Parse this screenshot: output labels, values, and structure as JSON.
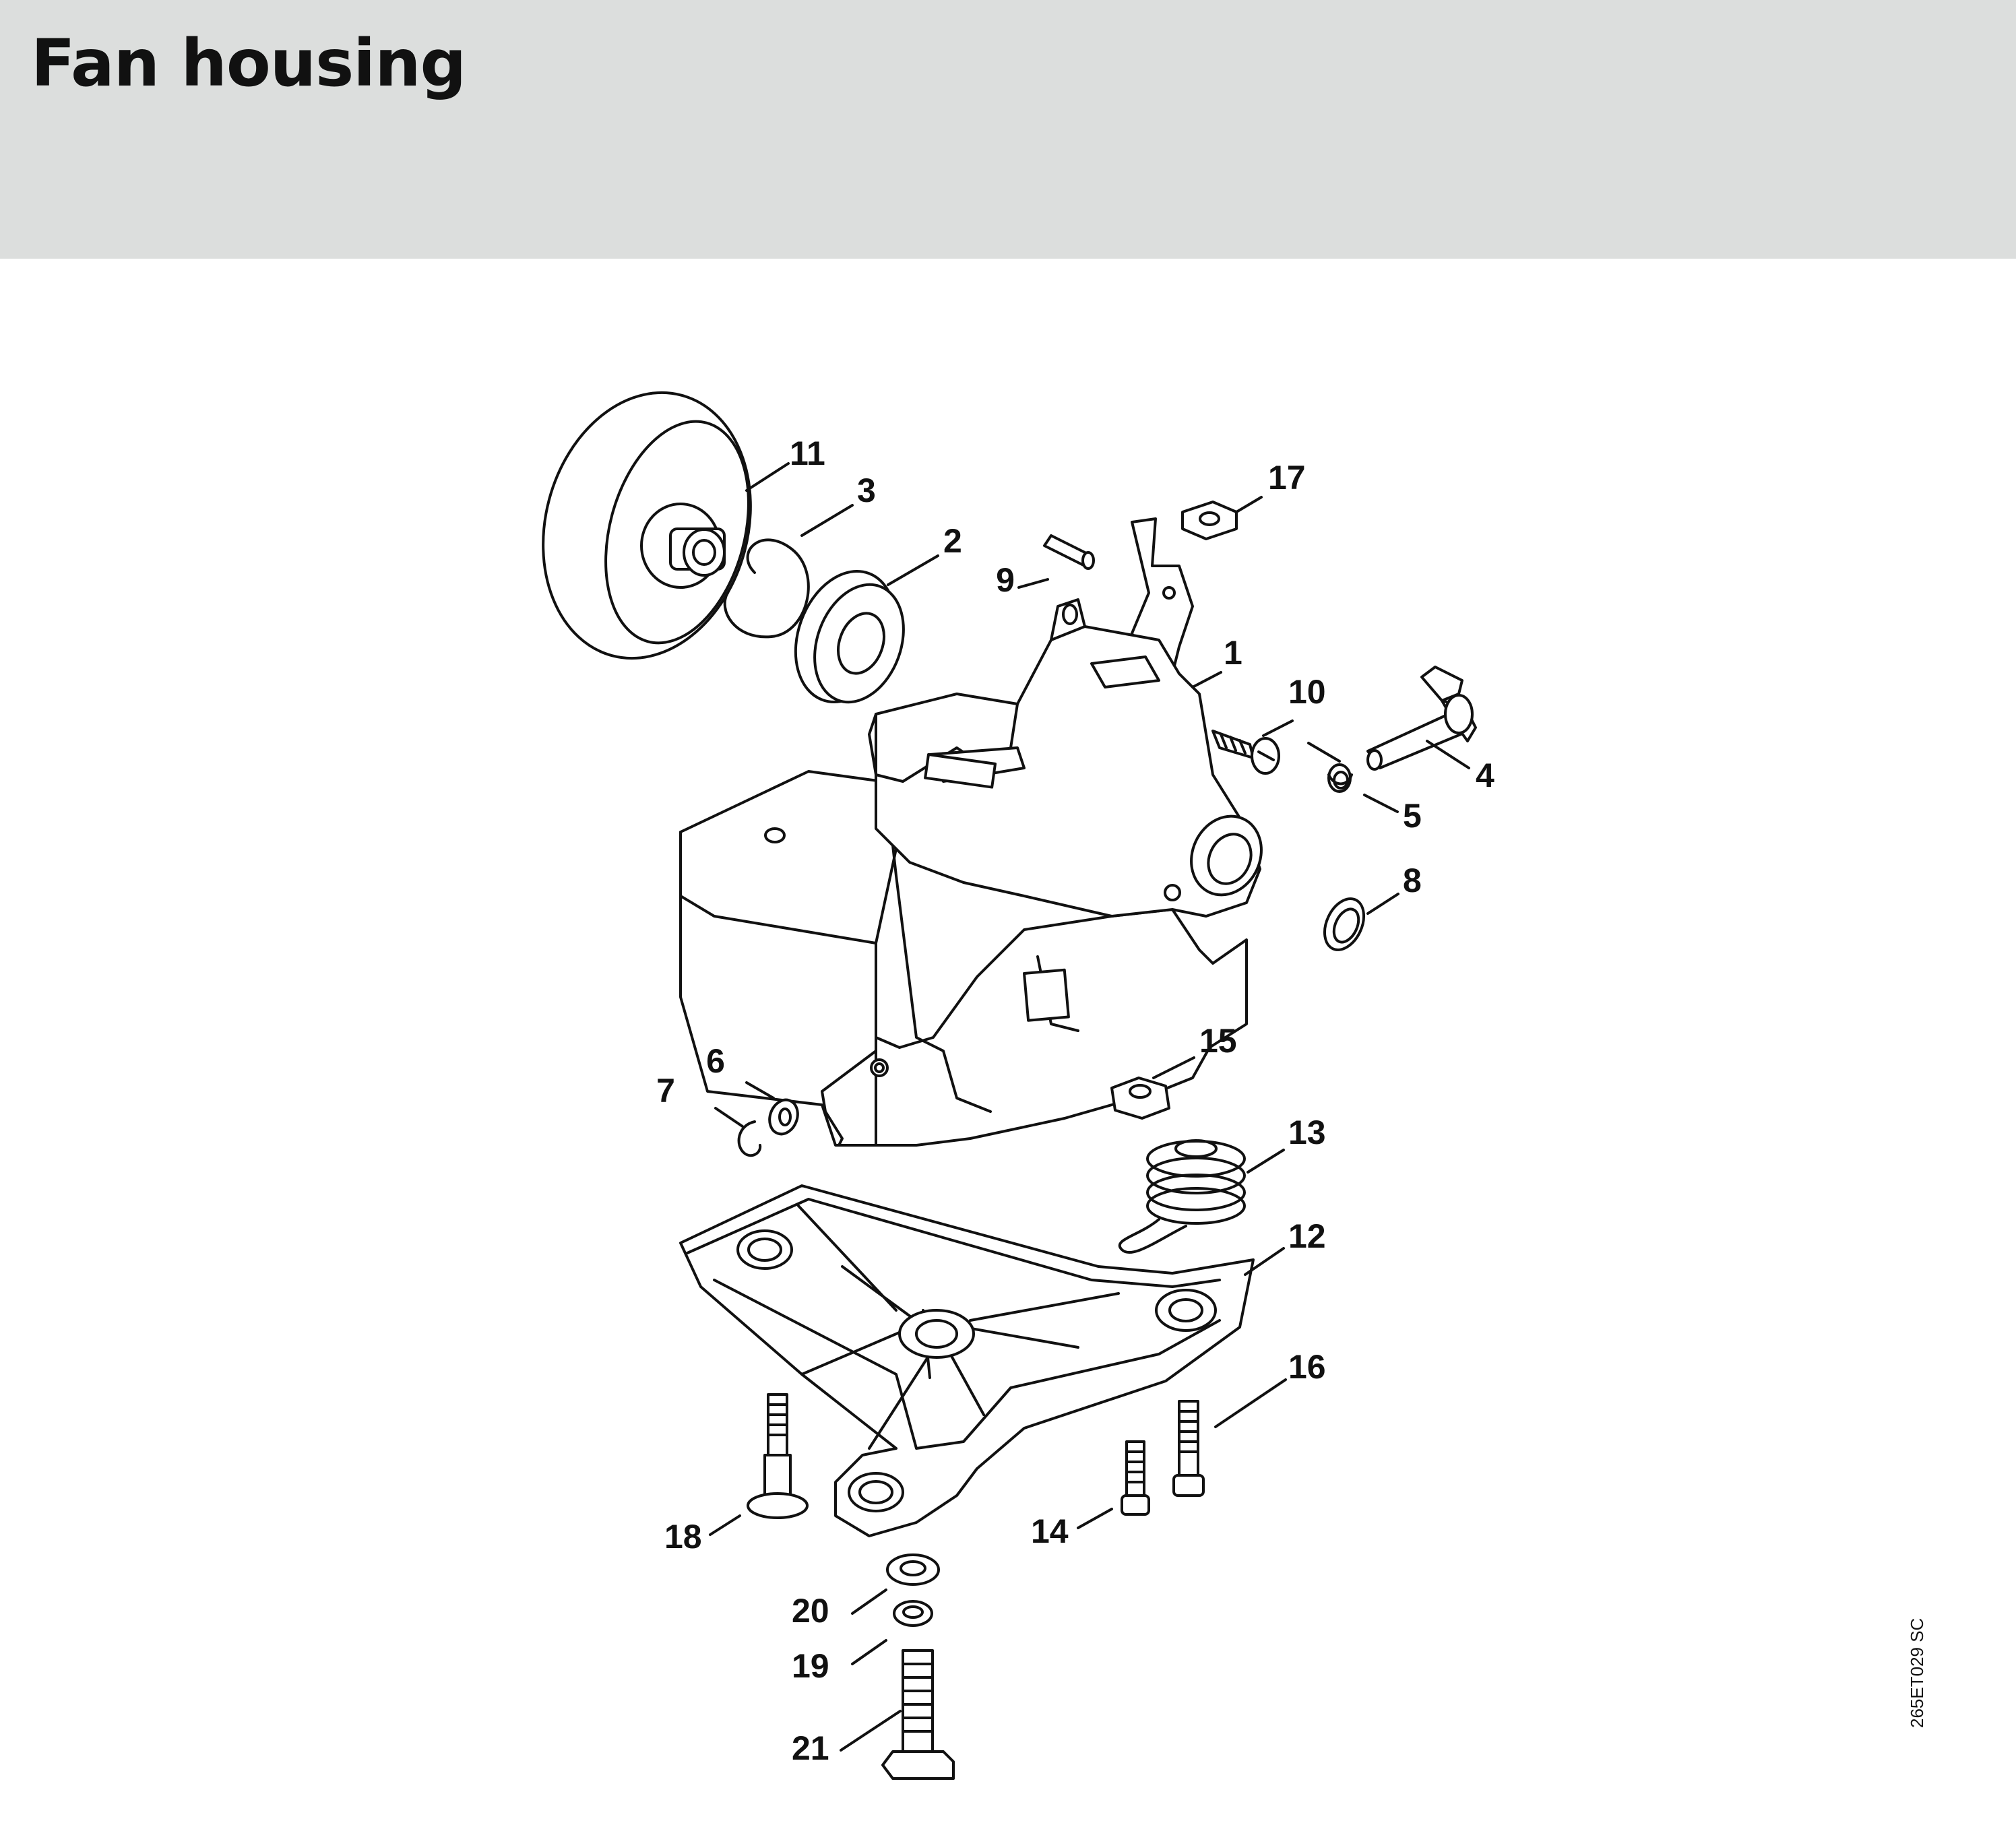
{
  "header": {
    "title": "Fan housing"
  },
  "drawing_code": "265ET029 SC",
  "colors": {
    "header_bg": "#dcdedd",
    "ink": "#111111",
    "paper": "#ffffff"
  },
  "parts": [
    {
      "id": "p1",
      "number": "1"
    },
    {
      "id": "p2",
      "number": "2"
    },
    {
      "id": "p3",
      "number": "3"
    },
    {
      "id": "p4",
      "number": "4"
    },
    {
      "id": "p5",
      "number": "5"
    },
    {
      "id": "p6",
      "number": "6"
    },
    {
      "id": "p7",
      "number": "7"
    },
    {
      "id": "p8",
      "number": "8"
    },
    {
      "id": "p9",
      "number": "9"
    },
    {
      "id": "p10",
      "number": "10"
    },
    {
      "id": "p11",
      "number": "11"
    },
    {
      "id": "p12",
      "number": "12"
    },
    {
      "id": "p13",
      "number": "13"
    },
    {
      "id": "p14",
      "number": "14"
    },
    {
      "id": "p15",
      "number": "15"
    },
    {
      "id": "p16",
      "number": "16"
    },
    {
      "id": "p17",
      "number": "17"
    },
    {
      "id": "p18",
      "number": "18"
    },
    {
      "id": "p19",
      "number": "19"
    },
    {
      "id": "p20",
      "number": "20"
    },
    {
      "id": "p21",
      "number": "21"
    }
  ]
}
